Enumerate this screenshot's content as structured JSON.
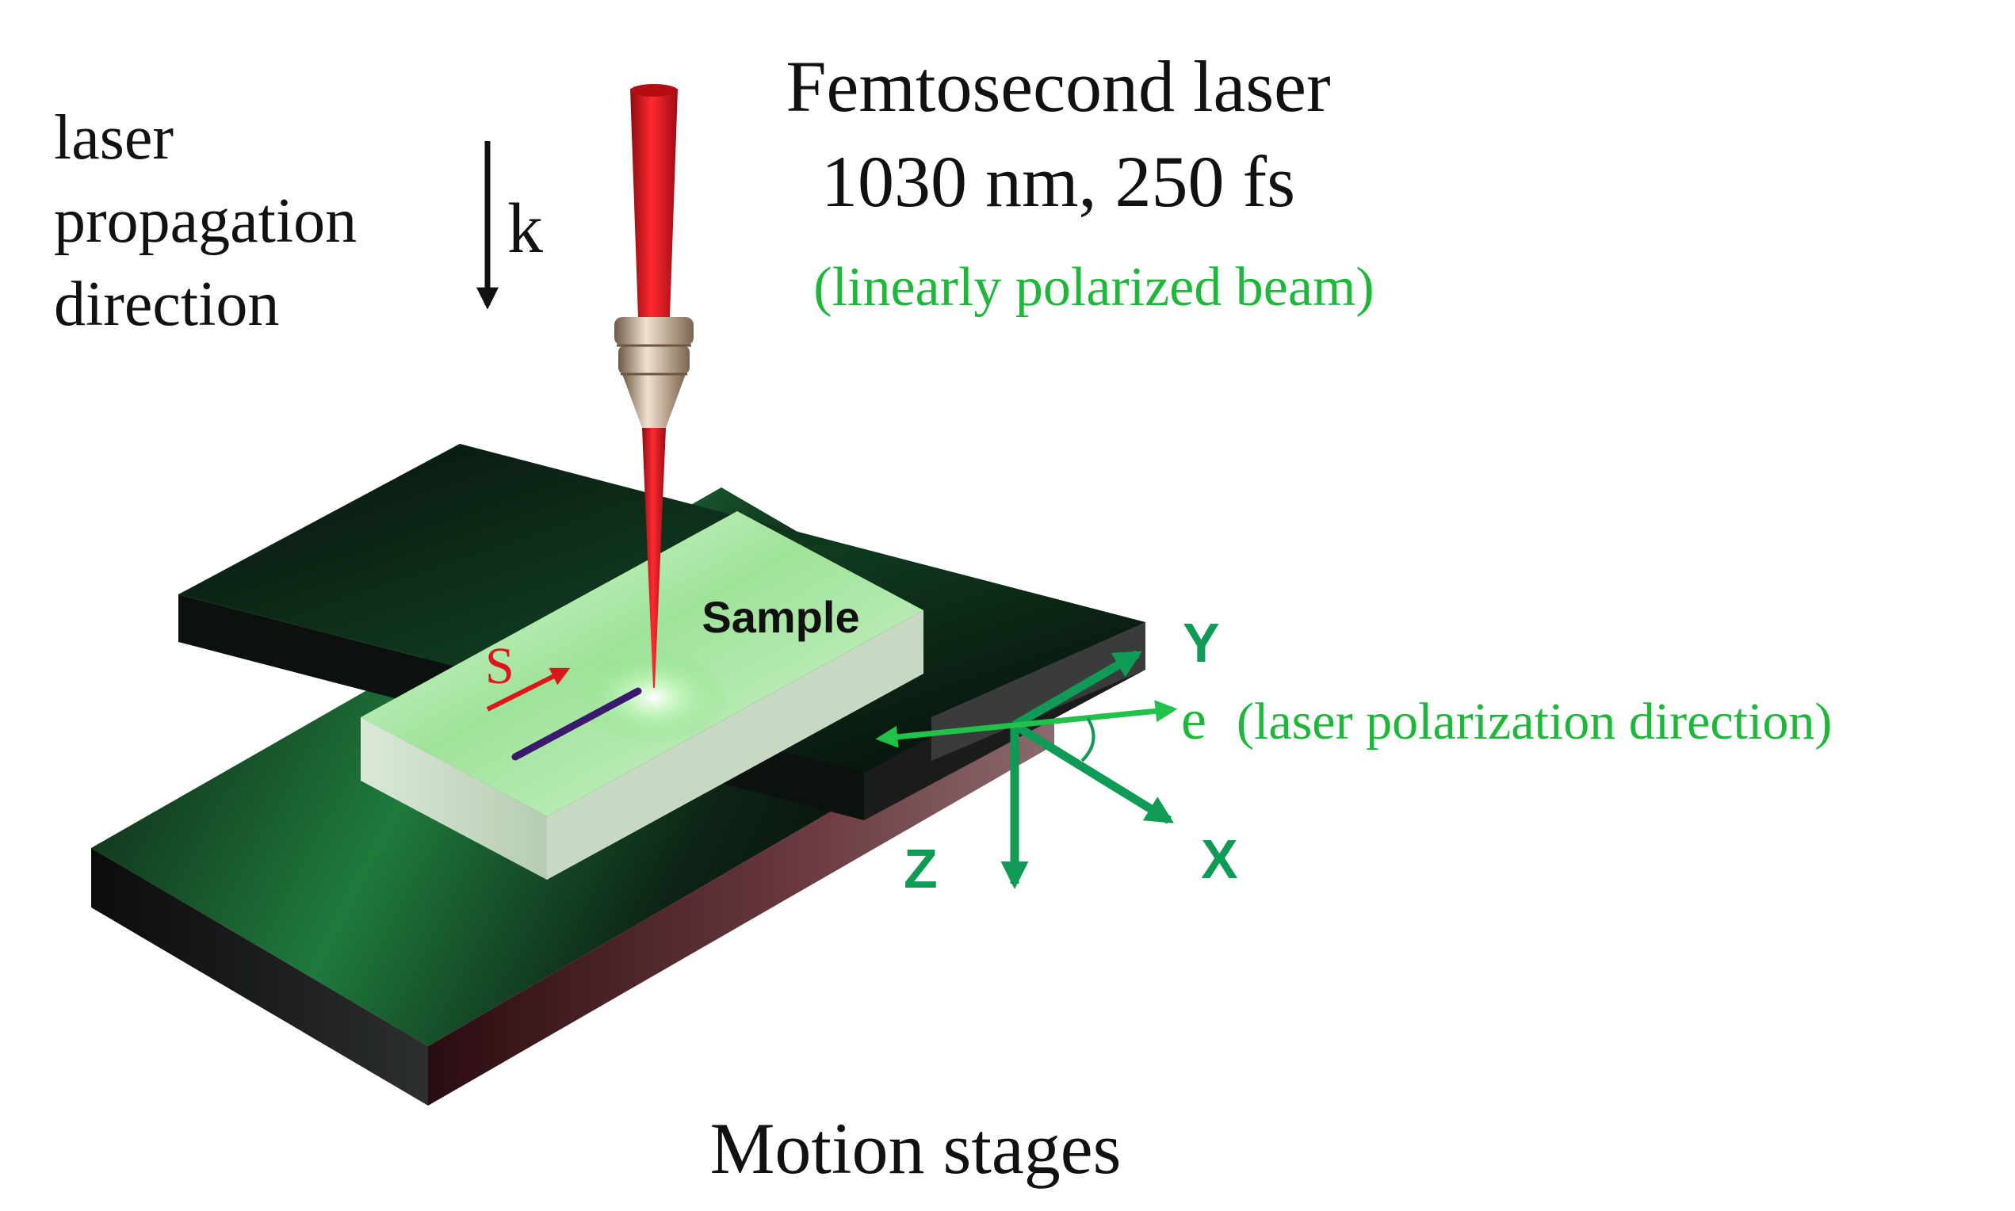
{
  "labels": {
    "propagation_line1": "laser",
    "propagation_line2": "propagation",
    "propagation_line3": "direction",
    "k_symbol": "k",
    "laser_title": "Femtosecond laser",
    "laser_params": "1030 nm, 250 fs",
    "beam_note": "(linearly polarized beam)",
    "sample": "Sample",
    "scan_symbol": "S",
    "axis_y": "Y",
    "axis_x": "X",
    "axis_z": "Z",
    "polarization_symbol": "e",
    "polarization_note": "(laser polarization direction)",
    "stages": "Motion stages"
  },
  "colors": {
    "text": "#111111",
    "green_text": "#1db83a",
    "axis_green": "#0f9a55",
    "laser_red": "#e0141b",
    "scan_mark": "#3b1a6e",
    "stage_dark": "#0c1a12",
    "sample_face": "#c8f0c2"
  }
}
